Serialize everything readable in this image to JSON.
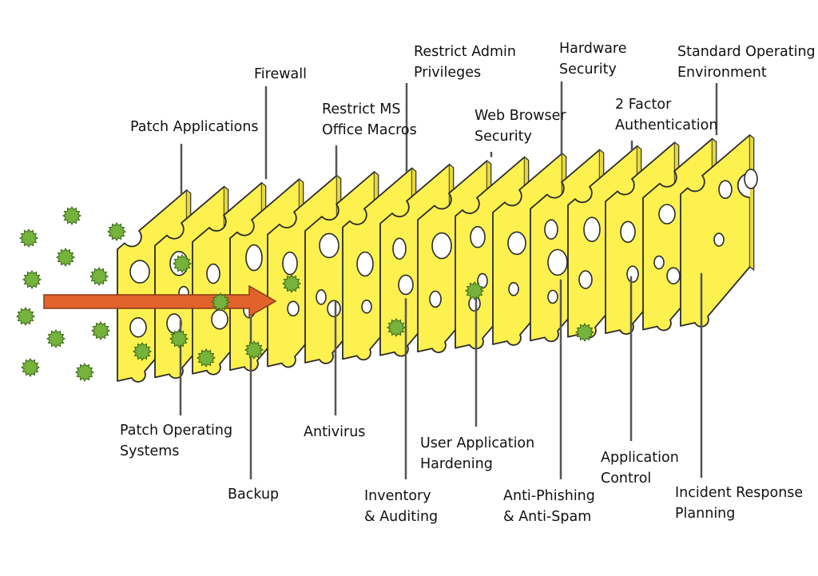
{
  "colors": {
    "slice_fill": "#fdf14f",
    "slice_stroke": "#2b2b2b",
    "arrow_fill": "#e2622c",
    "arrow_stroke": "#8a3a16",
    "threat_fill": "#76b33c",
    "threat_stroke": "#3f6e1c",
    "leader_line": "#555555"
  },
  "icons": {
    "threat": "virus-icon",
    "attack": "arrow-right-icon"
  },
  "slices": [
    {
      "name": "Patch Applications",
      "label_lines": [
        "Patch Applications"
      ],
      "label_position": "top"
    },
    {
      "name": "Patch Operating Systems",
      "label_lines": [
        "Patch Operating",
        "Systems"
      ],
      "label_position": "bottom"
    },
    {
      "name": "Firewall",
      "label_lines": [
        "Firewall"
      ],
      "label_position": "top"
    },
    {
      "name": "Backup",
      "label_lines": [
        "Backup"
      ],
      "label_position": "bottom"
    },
    {
      "name": "Restrict MS Office Macros",
      "label_lines": [
        "Restrict MS",
        "Office Macros"
      ],
      "label_position": "top"
    },
    {
      "name": "Antivirus",
      "label_lines": [
        "Antivirus"
      ],
      "label_position": "bottom"
    },
    {
      "name": "Restrict Admin Privileges",
      "label_lines": [
        "Restrict Admin",
        "Privileges"
      ],
      "label_position": "top"
    },
    {
      "name": "Inventory & Auditing",
      "label_lines": [
        "Inventory",
        "& Auditing"
      ],
      "label_position": "bottom"
    },
    {
      "name": "Web Browser Security",
      "label_lines": [
        "Web Browser",
        "Security"
      ],
      "label_position": "top"
    },
    {
      "name": "User Application Hardening",
      "label_lines": [
        "User Application",
        "Hardening"
      ],
      "label_position": "bottom"
    },
    {
      "name": "Hardware Security",
      "label_lines": [
        "Hardware",
        "Security"
      ],
      "label_position": "top"
    },
    {
      "name": "Anti-Phishing & Anti-Spam",
      "label_lines": [
        "Anti-Phishing",
        "& Anti-Spam"
      ],
      "label_position": "bottom"
    },
    {
      "name": "2 Factor Authentication",
      "label_lines": [
        "2 Factor",
        "Authentication"
      ],
      "label_position": "top"
    },
    {
      "name": "Application Control",
      "label_lines": [
        "Application",
        "Control"
      ],
      "label_position": "bottom"
    },
    {
      "name": "Standard Operating Environment",
      "label_lines": [
        "Standard Operating",
        "Environment"
      ],
      "label_position": "top"
    },
    {
      "name": "Incident Response Planning",
      "label_lines": [
        "Incident Response",
        "Planning"
      ],
      "label_position": "bottom"
    }
  ]
}
